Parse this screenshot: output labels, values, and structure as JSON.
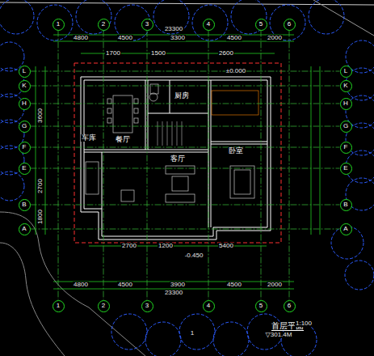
{
  "diagram": {
    "title": "首层平面",
    "nodes": [
      {
        "text": [
          "1"
        ]
      },
      {
        "text": [
          "2"
        ]
      },
      {
        "text": [
          "3"
        ]
      },
      {
        "text": [
          "4"
        ]
      },
      {
        "text": [
          "5"
        ]
      },
      {
        "text": [
          "6"
        ]
      },
      {
        "text": [
          "1"
        ]
      },
      {
        "text": [
          "2"
        ]
      },
      {
        "text": [
          "3"
        ]
      },
      {
        "text": [
          "4"
        ]
      },
      {
        "text": [
          "5"
        ]
      },
      {
        "text": [
          "6"
        ]
      },
      {
        "text": [
          "L"
        ]
      },
      {
        "text": [
          "K"
        ]
      },
      {
        "text": [
          "H"
        ]
      },
      {
        "text": [
          "G"
        ]
      },
      {
        "text": [
          "F"
        ]
      },
      {
        "text": [
          "E"
        ]
      },
      {
        "text": [
          "B"
        ]
      },
      {
        "text": [
          "A"
        ]
      },
      {
        "text": [
          "L"
        ]
      },
      {
        "text": [
          "K"
        ]
      },
      {
        "text": [
          "H"
        ]
      },
      {
        "text": [
          "G"
        ]
      },
      {
        "text": [
          "F"
        ]
      },
      {
        "text": [
          "E"
        ]
      },
      {
        "text": [
          "B"
        ]
      },
      {
        "text": [
          "A"
        ]
      }
    ],
    "edges": [
      {
        "from": 0,
        "to": 6,
        "arrow": "none"
      },
      {
        "from": 1,
        "to": 7,
        "arrow": "none"
      },
      {
        "from": 2,
        "to": 8,
        "arrow": "none"
      },
      {
        "from": 3,
        "to": 9,
        "arrow": "none"
      },
      {
        "from": 4,
        "to": 10,
        "arrow": "none"
      },
      {
        "from": 5,
        "to": 11,
        "arrow": "none"
      },
      {
        "from": 12,
        "to": 20,
        "arrow": "none"
      },
      {
        "from": 13,
        "to": 21,
        "arrow": "none"
      },
      {
        "from": 14,
        "to": 22,
        "arrow": "none"
      },
      {
        "from": 15,
        "to": 23,
        "arrow": "none"
      },
      {
        "from": 16,
        "to": 24,
        "arrow": "none"
      },
      {
        "from": 17,
        "to": 25,
        "arrow": "none"
      },
      {
        "from": 18,
        "to": 26,
        "arrow": "none"
      },
      {
        "from": 19,
        "to": 27,
        "arrow": "none"
      }
    ],
    "labels": [
      "23300",
      "4800",
      "4500",
      "3300",
      "4500",
      "2000",
      "23300",
      "4800",
      "4500",
      "3900",
      "4500",
      "2000",
      "1700",
      "1500",
      "2600",
      "2700",
      "1200",
      "5400",
      "3600",
      "2700",
      "1800",
      "餐厅",
      "客厅",
      "厨房",
      "卧室",
      "车库",
      "±0.000",
      "-0.450",
      "1:100",
      "▽301.4M",
      "1"
    ]
  }
}
